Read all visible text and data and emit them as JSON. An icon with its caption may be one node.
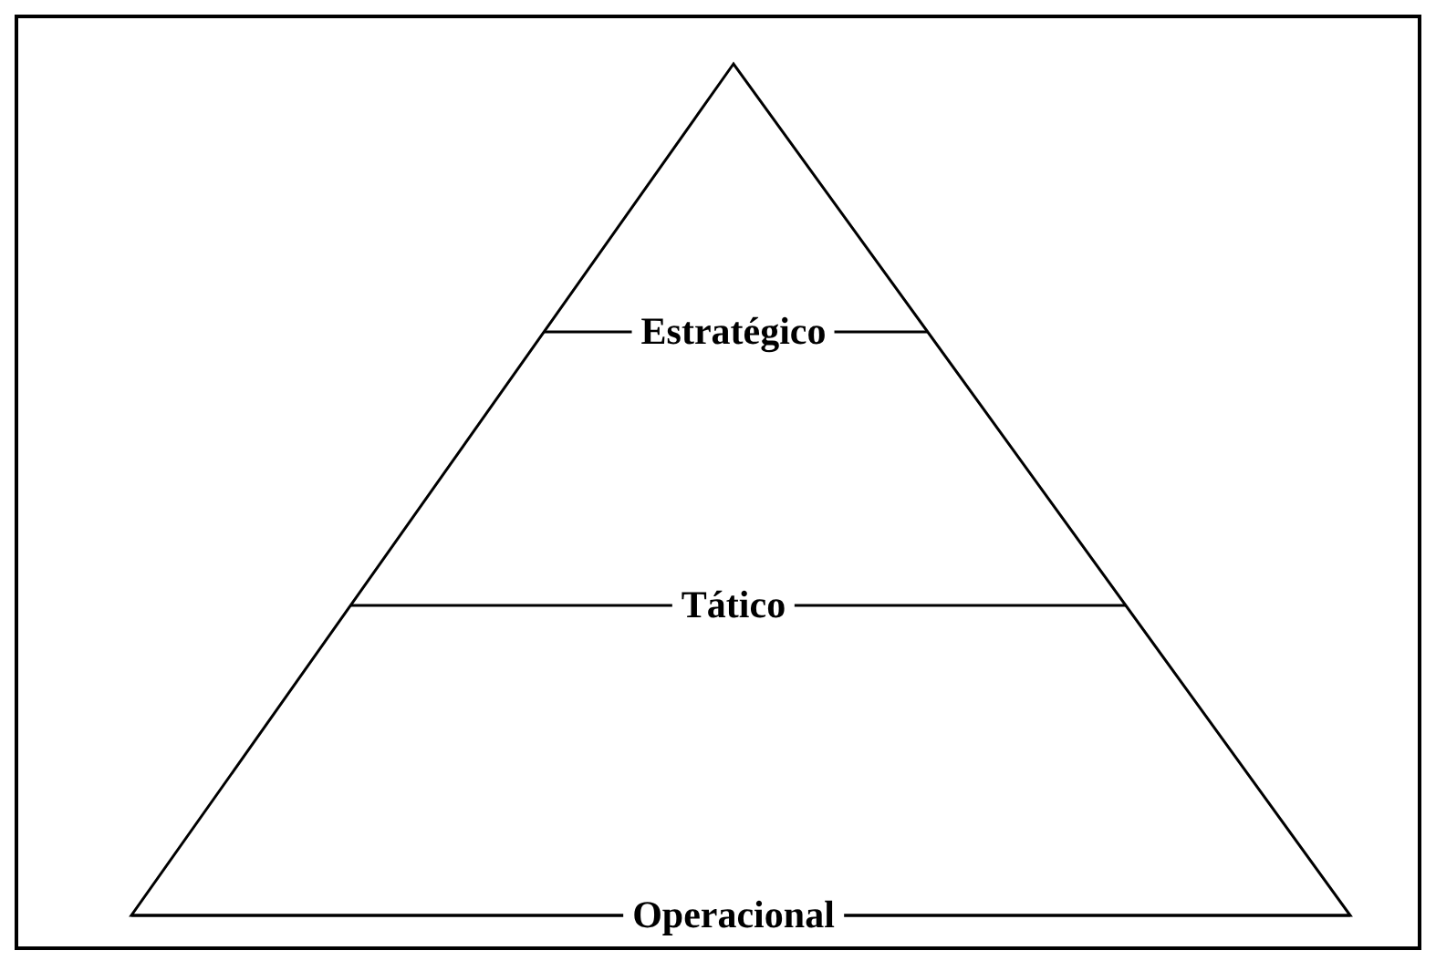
{
  "diagram": {
    "labels": [
      "Estratégico",
      "Tático",
      "Operacional"
    ]
  }
}
